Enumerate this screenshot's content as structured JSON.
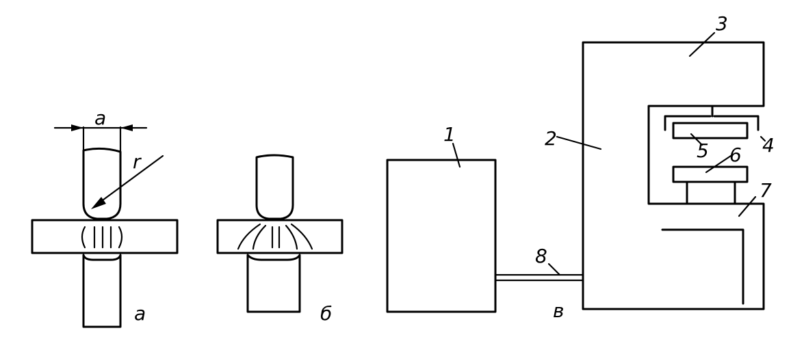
{
  "figure": {
    "panels": [
      {
        "id": "a",
        "caption": "a"
      },
      {
        "id": "b",
        "caption": "б"
      },
      {
        "id": "c",
        "caption": "в"
      }
    ],
    "dimension_label": "a",
    "radius_label": "r",
    "callouts": [
      "1",
      "2",
      "3",
      "4",
      "5",
      "6",
      "7",
      "8"
    ],
    "colors": {
      "ink": "#000000",
      "paper": "#ffffff"
    }
  }
}
